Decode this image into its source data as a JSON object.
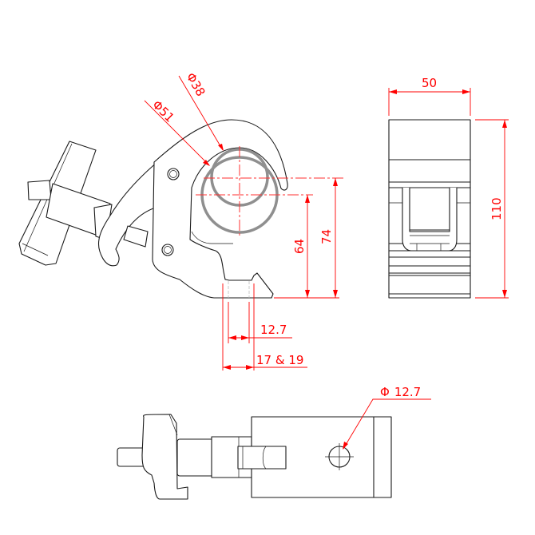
{
  "drawing": {
    "front_view": {
      "pipe_diameters": {
        "large": "51",
        "small": "38",
        "symbol": "Φ"
      },
      "dimensions": {
        "height_64": "64",
        "height_74": "74",
        "slot_width": "12.7",
        "flange_width": "17 & 19"
      }
    },
    "side_view": {
      "dimensions": {
        "width": "50",
        "height": "110"
      }
    },
    "bottom_view": {
      "dimensions": {
        "hole_diameter": "12.7",
        "symbol": "Φ"
      }
    },
    "colors": {
      "dimension": "#ff0000",
      "outline": "#1a1a1a",
      "pipe": "#8f8f8f"
    }
  }
}
